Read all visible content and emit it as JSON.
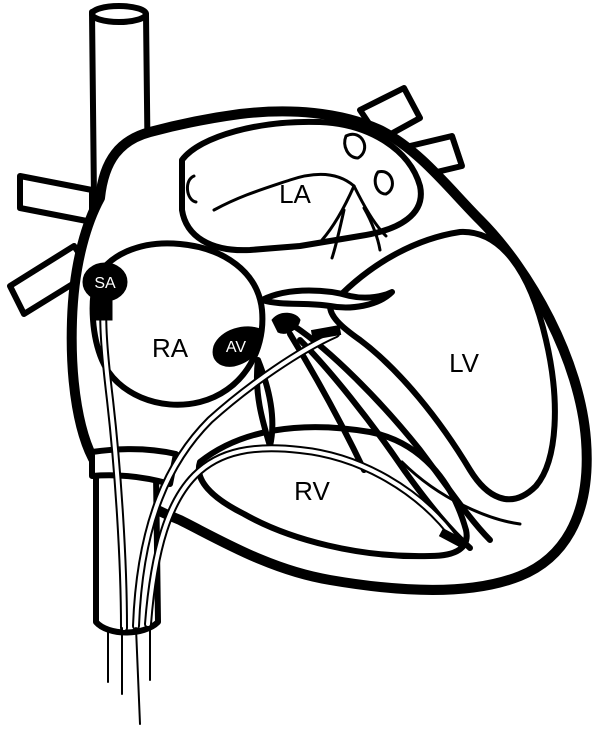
{
  "labels": {
    "sa": "SA",
    "av": "AV",
    "la": "LA",
    "ra": "RA",
    "lv": "LV",
    "rv": "RV"
  },
  "colors": {
    "ink": "#000000",
    "background": "#ffffff"
  }
}
